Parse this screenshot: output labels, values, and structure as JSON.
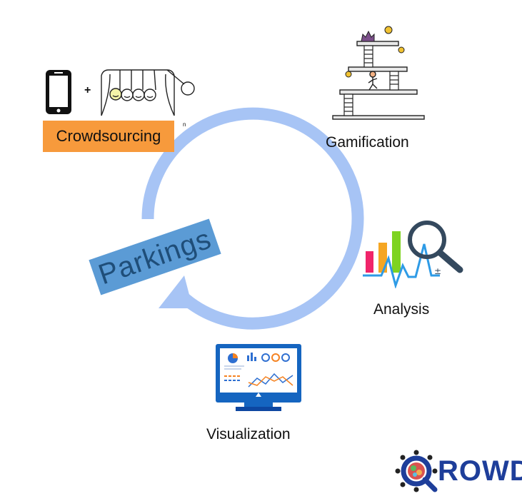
{
  "center_label": "Parkings",
  "stages": {
    "crowdsourcing": "Crowdsourcing",
    "gamification": "Gamification",
    "analysis": "Analysis",
    "visualization": "Visualization"
  },
  "small_marks": {
    "plus": "+",
    "tiny": "n"
  },
  "brand": {
    "text": "ROWD"
  },
  "colors": {
    "cycle_arrow": "#a7c4f5",
    "crowdsourcing_box": "#f79a3c",
    "parkings_box": "#5b9bd5",
    "parkings_text": "#1f4e79",
    "brand": "#1e3e9a",
    "analysis_bars": [
      "#f0246a",
      "#f5a623",
      "#7ed321"
    ],
    "analysis_line": "#2e9be6",
    "monitor": "#1565c0"
  },
  "icons": [
    "smartphone-icon",
    "newtons-cradle-icon",
    "platform-game-icon",
    "analytics-magnifier-icon",
    "dashboard-monitor-icon",
    "qrowd-logo-icon"
  ]
}
